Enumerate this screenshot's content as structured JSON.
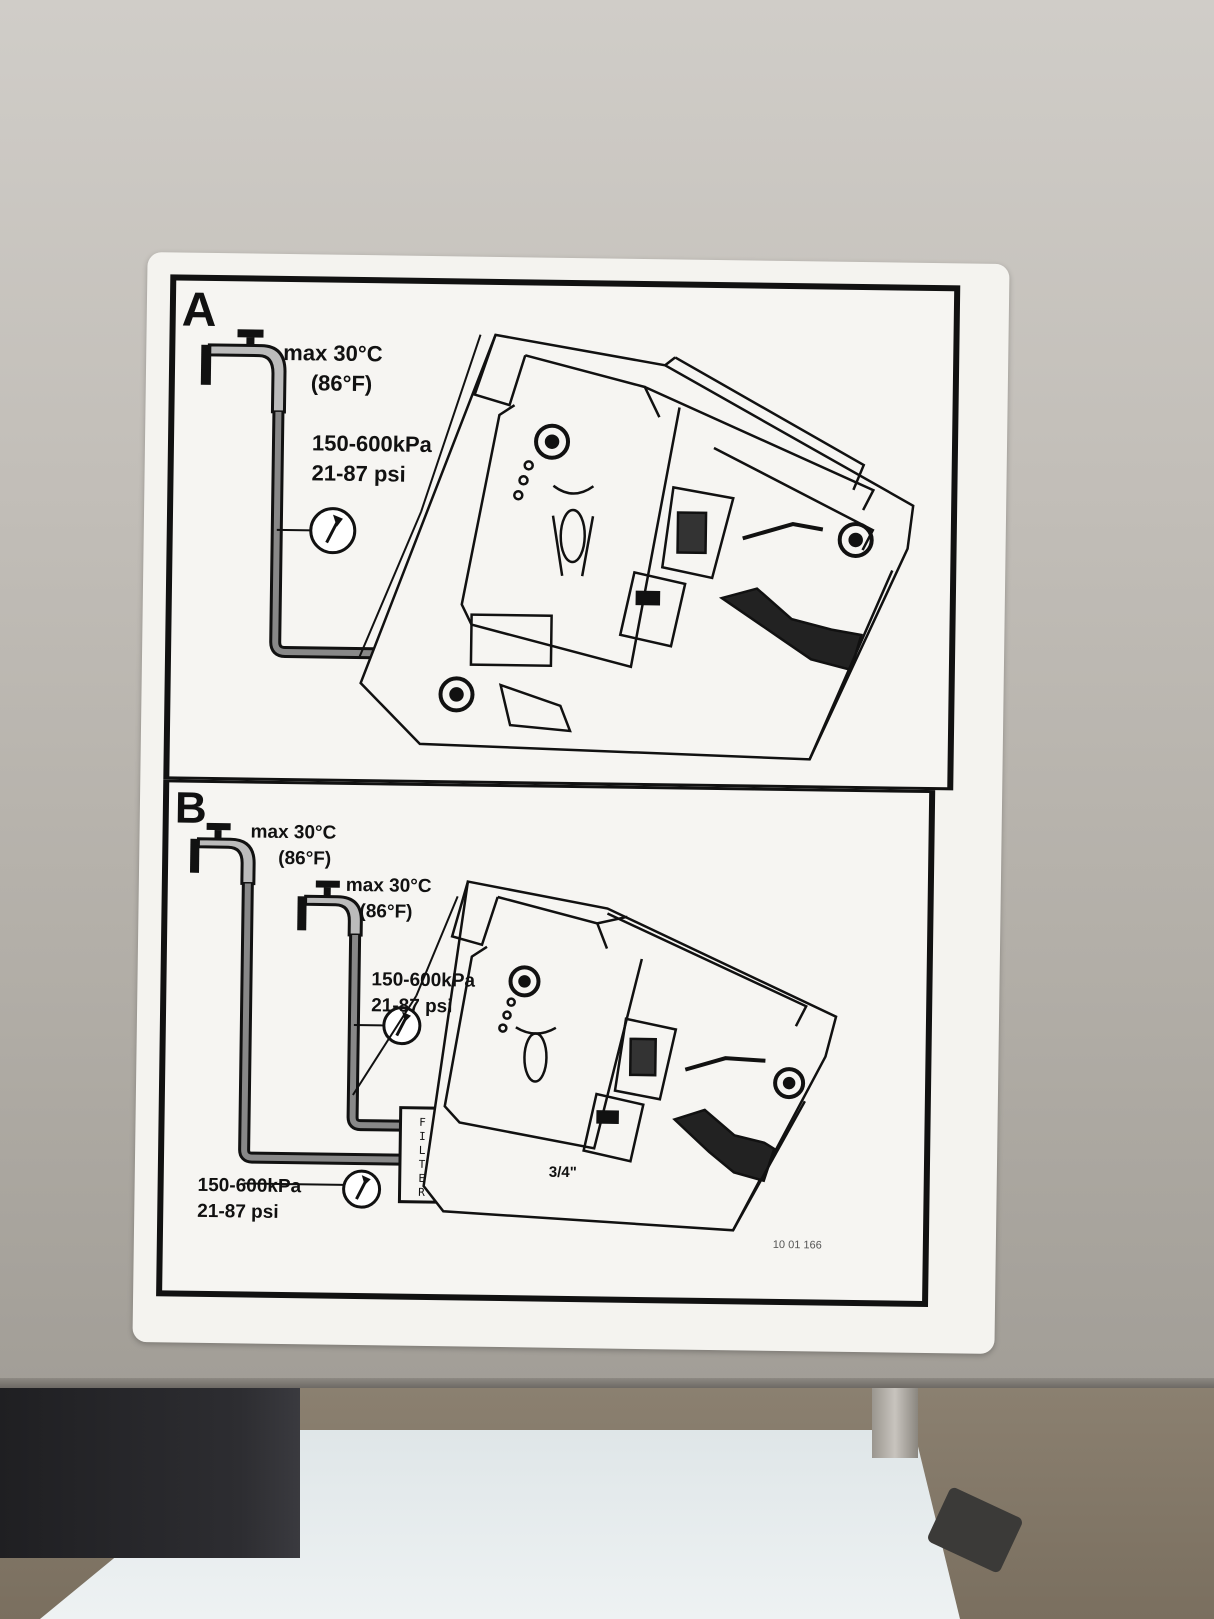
{
  "label": {
    "panel_a": {
      "letter": "A",
      "temperature_c": "max 30°C",
      "temperature_f": "(86°F)",
      "pressure_kpa": "150-600kPa",
      "pressure_psi": "21-87 psi"
    },
    "panel_b": {
      "letter": "B",
      "tap1_temperature_c": "max 30°C",
      "tap1_temperature_f": "(86°F)",
      "tap2_temperature_c": "max 30°C",
      "tap2_temperature_f": "(86°F)",
      "upper_pressure_kpa": "150-600kPa",
      "upper_pressure_psi": "21-87 psi",
      "lower_pressure_kpa": "150-600kPa",
      "lower_pressure_psi": "21-87 psi",
      "filter_text": "FILTER",
      "fitting_size": "3/4\"",
      "part_code": "10 01 166"
    }
  },
  "icons": [
    "water-tap-icon",
    "pressure-gauge-icon",
    "machine-illustration"
  ]
}
